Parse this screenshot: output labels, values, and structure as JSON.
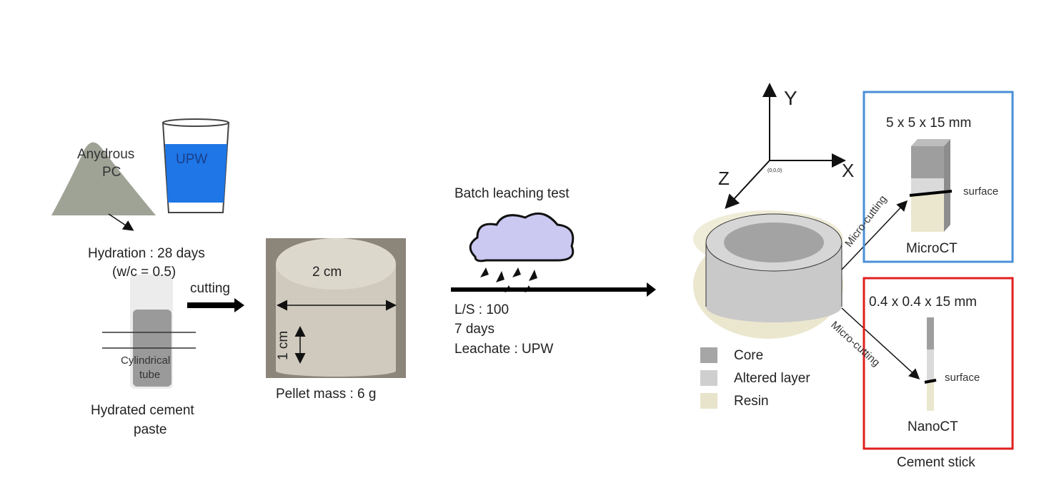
{
  "materials": {
    "powder_label_1": "Anydrous",
    "powder_label_2": "PC",
    "water_label": "UPW"
  },
  "hydration": {
    "duration": "Hydration : 28 days",
    "ratio": "(w/c = 0.5)"
  },
  "tube": {
    "label_1": "Cylindrical",
    "label_2": "tube",
    "caption_1": "Hydrated cement",
    "caption_2": "paste"
  },
  "cutting_label": "cutting",
  "pellet": {
    "diameter": "2 cm",
    "height": "1 cm",
    "mass": "Pellet mass : 6 g"
  },
  "leaching": {
    "title": "Batch leaching test",
    "ls": "L/S : 100",
    "days": "7 days",
    "leachate": "Leachate : UPW"
  },
  "axes": {
    "y": "Y",
    "x": "X",
    "z": "Z",
    "origin": "(0,0,0)"
  },
  "legend": [
    {
      "label": "Core",
      "color": "#a6a6a6"
    },
    {
      "label": "Altered layer",
      "color": "#cfcfcf"
    },
    {
      "label": "Resin",
      "color": "#e8e4cc"
    }
  ],
  "micro_cutting_label": "Micro-cutting",
  "microct": {
    "size": "5 x 5 x 15 mm",
    "surface": "surface",
    "name": "MicroCT",
    "color": "#4a8fd8"
  },
  "nanoct": {
    "size": "0.4 x 0.4 x 15 mm",
    "surface": "surface",
    "name": "NanoCT",
    "color": "#e02020"
  },
  "cement_stick": "Cement stick"
}
